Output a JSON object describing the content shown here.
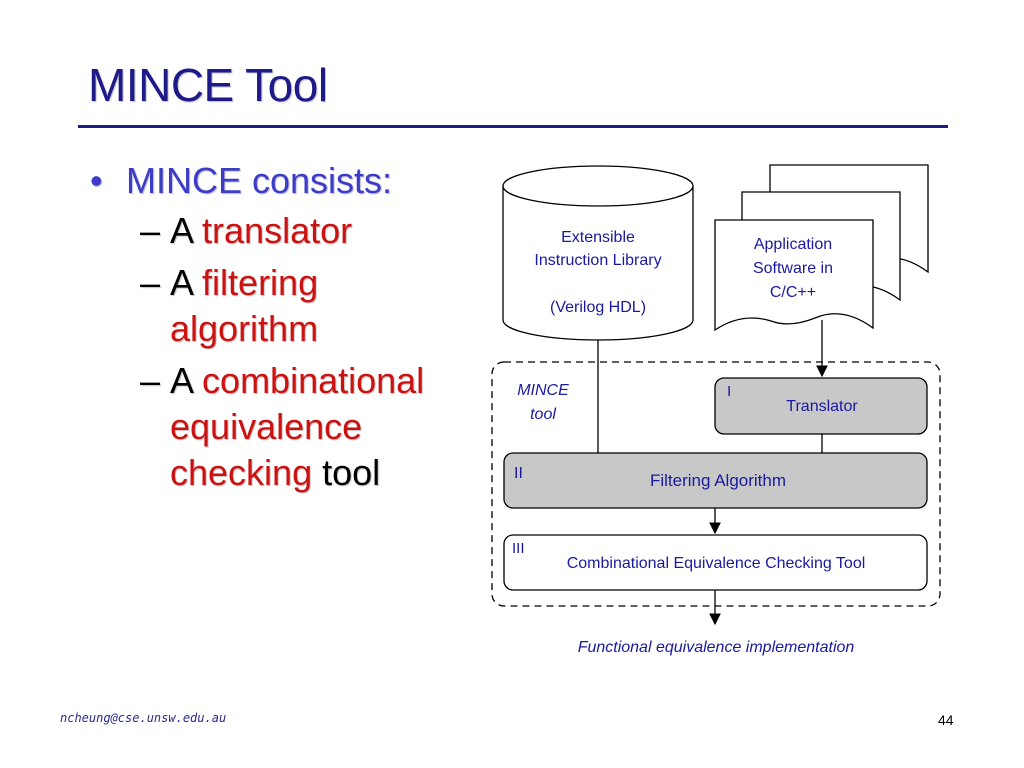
{
  "slide": {
    "title": "MINCE Tool",
    "bullet_main": "MINCE consists:",
    "items": [
      {
        "prefix": "A",
        "red_lines": [
          "translator"
        ],
        "tail": ""
      },
      {
        "prefix": "A",
        "red_lines": [
          "filtering",
          "algorithm"
        ],
        "tail": ""
      },
      {
        "prefix": "A",
        "red_lines": [
          "combinational",
          "equivalence",
          "checking"
        ],
        "tail": "tool"
      }
    ]
  },
  "diagram": {
    "library_lines": [
      "Extensible",
      "Instruction Library",
      "(Verilog HDL)"
    ],
    "application_lines": [
      "Application",
      "Software in",
      "C/C++"
    ],
    "mince_label_lines": [
      "MINCE",
      "tool"
    ],
    "stage1_num": "I",
    "stage1_label": "Translator",
    "stage2_num": "II",
    "stage2_label": "Filtering Algorithm",
    "stage3_num": "III",
    "stage3_label": "Combinational Equivalence Checking Tool",
    "output_label": "Functional equivalence implementation",
    "colors": {
      "box_fill": "#c8c8c8",
      "text": "#1a1aa0",
      "stroke": "#000000"
    }
  },
  "footer": {
    "email": "ncheung@cse.unsw.edu.au",
    "page": "44"
  }
}
